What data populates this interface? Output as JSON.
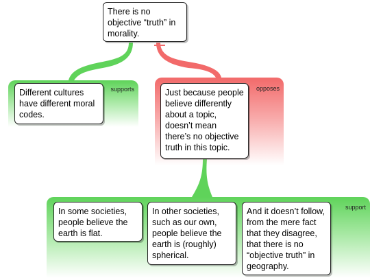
{
  "main_claim": {
    "text": "There is no objective “truth” in morality."
  },
  "supports_panel": {
    "label": "supports",
    "claim": "Different cultures have different moral codes."
  },
  "opposes_panel": {
    "label": "opposes",
    "claim": "Just because people believe differently about a topic, doesn’t mean there’s no objective truth in this topic."
  },
  "support_panel": {
    "label": "support",
    "claims": [
      "In some societies, people believe the earth is flat.",
      "In other societies, such as our own, people believe the earth is (roughly) spherical.",
      "And it doesn’t follow, from the mere fact that they disagree, that there is no “objective truth” in geography."
    ]
  },
  "colors": {
    "support": "#5fd35a",
    "oppose": "#f26a6a",
    "box_border": "#222222"
  }
}
